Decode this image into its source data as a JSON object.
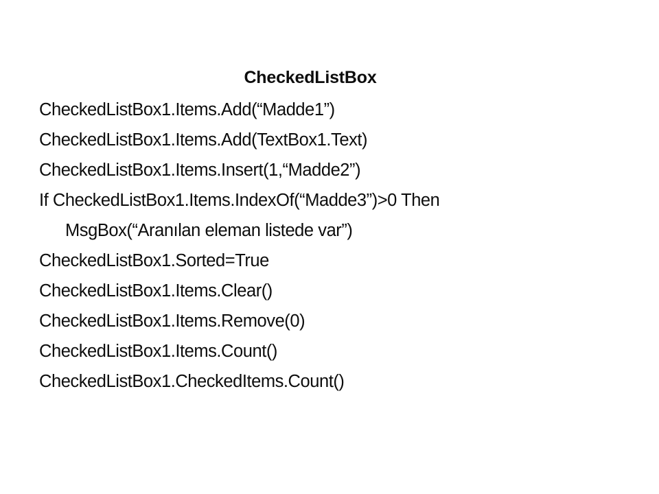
{
  "slide": {
    "title": "CheckedListBox",
    "background_color": "#ffffff",
    "text_color": "#0d0d0d",
    "code_lines": [
      {
        "text": "CheckedListBox1.Items.Add(“Madde1”)",
        "indent": false
      },
      {
        "text": "CheckedListBox1.Items.Add(TextBox1.Text)",
        "indent": false
      },
      {
        "text": "CheckedListBox1.Items.Insert(1,“Madde2”)",
        "indent": false
      },
      {
        "text": "If CheckedListBox1.Items.IndexOf(“Madde3”)>0 Then",
        "indent": false
      },
      {
        "text": "MsgBox(“Aranılan eleman listede var”)",
        "indent": true
      },
      {
        "text": "CheckedListBox1.Sorted=True",
        "indent": false
      },
      {
        "text": "CheckedListBox1.Items.Clear()",
        "indent": false
      },
      {
        "text": "CheckedListBox1.Items.Remove(0)",
        "indent": false
      },
      {
        "text": "CheckedListBox1.Items.Count()",
        "indent": false
      },
      {
        "text": "CheckedListBox1.CheckedItems.Count()",
        "indent": false
      }
    ]
  }
}
